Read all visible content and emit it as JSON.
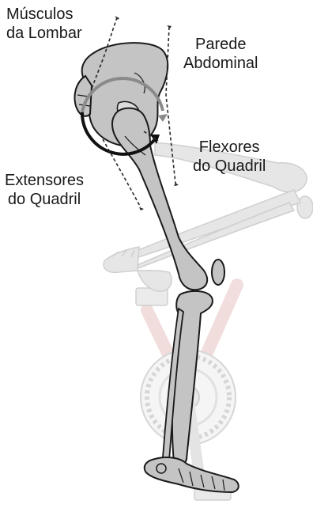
{
  "diagram": {
    "labels": {
      "lombar": {
        "line1": "Músculos",
        "line2": "da Lombar"
      },
      "parede": {
        "line1": "Parede",
        "line2": "Abdominal"
      },
      "flexores": {
        "line1": "Flexores",
        "line2": "do Quadril"
      },
      "extensores": {
        "line1": "Extensores",
        "line2": "do Quadril"
      }
    },
    "colors": {
      "bone_main": "#c4c4c4",
      "bone_faded": "#e4e4e4",
      "outline": "#1a1a1a",
      "rotation_arrow_dark": "#111111",
      "rotation_arrow_grey": "#8a8a8a",
      "bike_frame_faded": "#f0d8d8"
    }
  }
}
